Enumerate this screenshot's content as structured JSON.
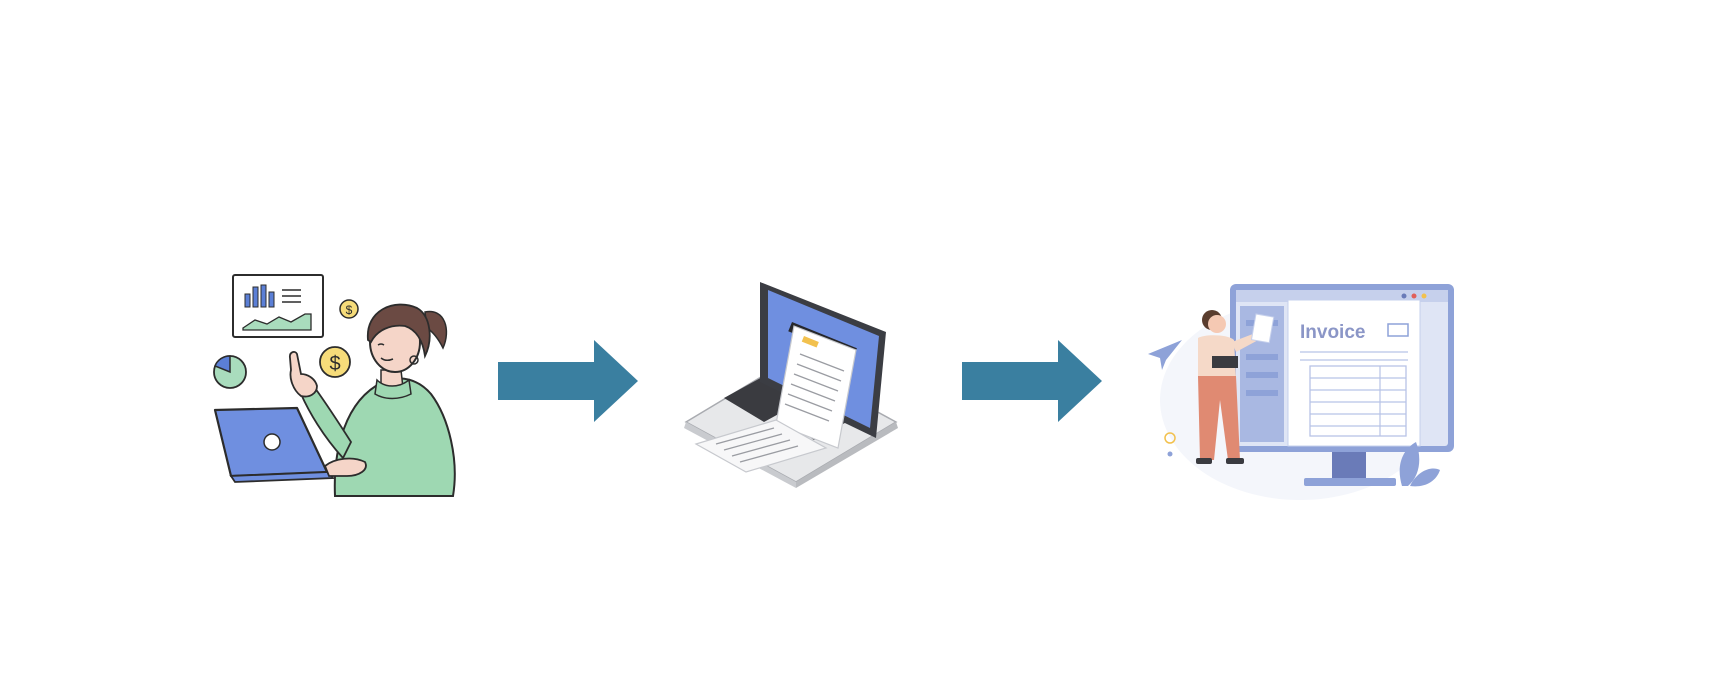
{
  "diagram": {
    "steps": [
      {
        "id": "step-1",
        "icon": "woman-analyzing-finances-illustration"
      },
      {
        "id": "step-2",
        "icon": "laptop-printing-receipt-illustration"
      },
      {
        "id": "step-3",
        "icon": "invoice-on-monitor-illustration",
        "label": "Invoice"
      }
    ],
    "arrows": [
      {
        "from": "step-1",
        "to": "step-2",
        "icon": "right-arrow-icon"
      },
      {
        "from": "step-2",
        "to": "step-3",
        "icon": "right-arrow-icon"
      }
    ],
    "colors": {
      "arrow": "#3a7fa0",
      "laptop_blue": "#6f8fe0",
      "sweater_green": "#9ed8b2",
      "coin_yellow": "#f6dc7a",
      "monitor_blue": "#8ea2d8",
      "pants_salmon": "#e08a72"
    }
  }
}
